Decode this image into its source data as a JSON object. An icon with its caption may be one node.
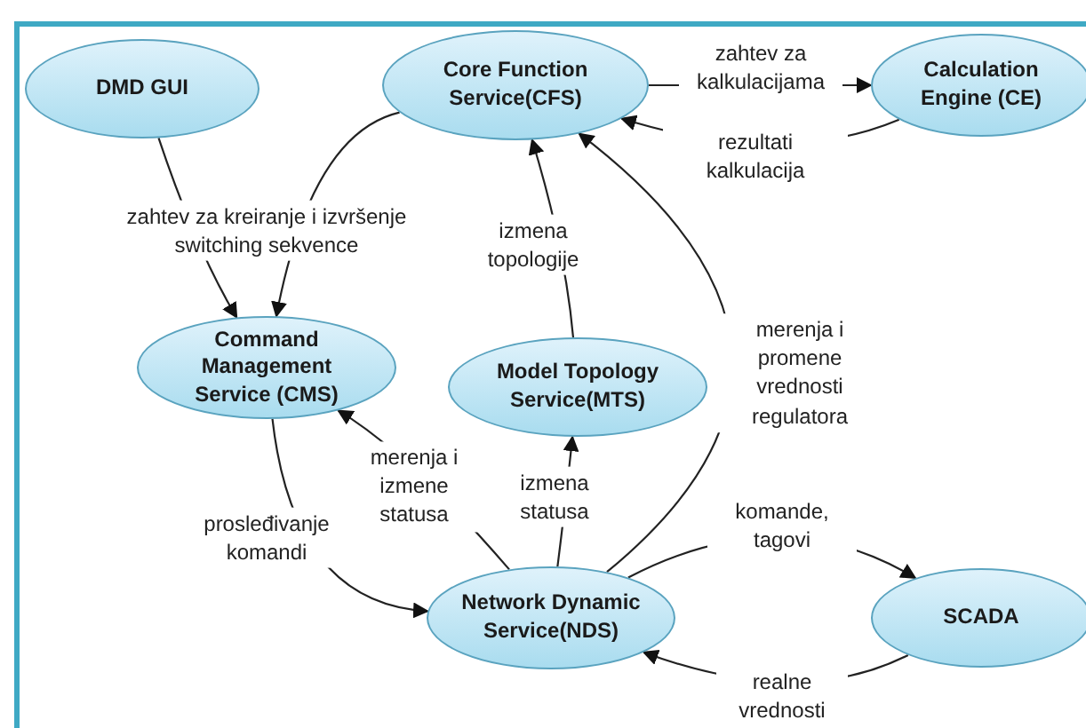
{
  "diagram": {
    "nodes": [
      {
        "text": [
          "DMD GUI"
        ]
      },
      {
        "text": [
          "Core Function Service(CFS)"
        ]
      },
      {
        "text": [
          "Calculation Engine (CE)"
        ]
      },
      {
        "text": [
          "Command Management Service (CMS)"
        ]
      },
      {
        "text": [
          "Model Topology Service(MTS)"
        ]
      },
      {
        "text": [
          "Network Dynamic Service(NDS)"
        ]
      },
      {
        "text": [
          "SCADA"
        ]
      }
    ],
    "edges": [
      {
        "from": 0,
        "to": 3,
        "arrow": "to",
        "label": "zahtev za kreiranje i izvršenje switching sekvence"
      },
      {
        "from": 1,
        "to": 3,
        "arrow": "to"
      },
      {
        "from": 1,
        "to": 2,
        "arrow": "to",
        "label": "zahtev za kalkulacijama"
      },
      {
        "from": 2,
        "to": 1,
        "arrow": "to",
        "label": "rezultati kalkulacija"
      },
      {
        "from": 4,
        "to": 1,
        "arrow": "to",
        "label": "izmena topologije"
      },
      {
        "from": 5,
        "to": 1,
        "arrow": "to",
        "label": "merenja i promene vrednosti regulatora"
      },
      {
        "from": 3,
        "to": 5,
        "arrow": "to",
        "label": "prosleđivanje komandi"
      },
      {
        "from": 5,
        "to": 3,
        "arrow": "to",
        "label": "merenja i izmene statusa"
      },
      {
        "from": 5,
        "to": 4,
        "arrow": "to",
        "label": "izmena statusa"
      },
      {
        "from": 5,
        "to": 6,
        "arrow": "to",
        "label": "komande, tagovi"
      },
      {
        "from": 6,
        "to": 5,
        "arrow": "to",
        "label": "realne vrednosti"
      }
    ]
  }
}
